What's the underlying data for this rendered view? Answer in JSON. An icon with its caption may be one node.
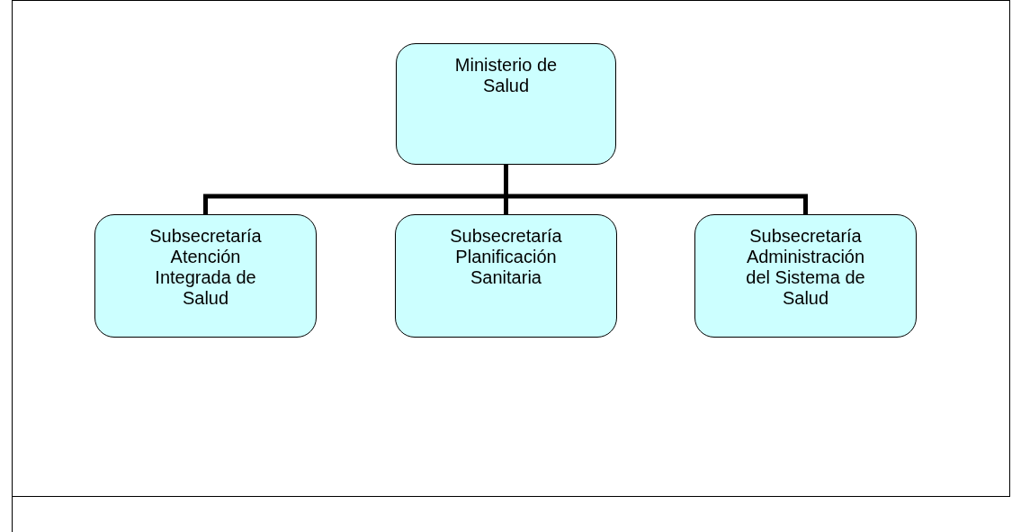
{
  "diagram": {
    "nodes": [
      {
        "text": [
          "Ministerio de Salud"
        ]
      },
      {
        "text": [
          "Subsecretaría Atención Integrada de Salud"
        ]
      },
      {
        "text": [
          "Subsecretaría Planificación Sanitaria"
        ]
      },
      {
        "text": [
          "Subsecretaría Administración del Sistema de Salud"
        ]
      }
    ],
    "edges": [
      {
        "from": 0,
        "to": 1,
        "arrow": "none"
      },
      {
        "from": 0,
        "to": 2,
        "arrow": "none"
      },
      {
        "from": 0,
        "to": 3,
        "arrow": "none"
      }
    ]
  }
}
